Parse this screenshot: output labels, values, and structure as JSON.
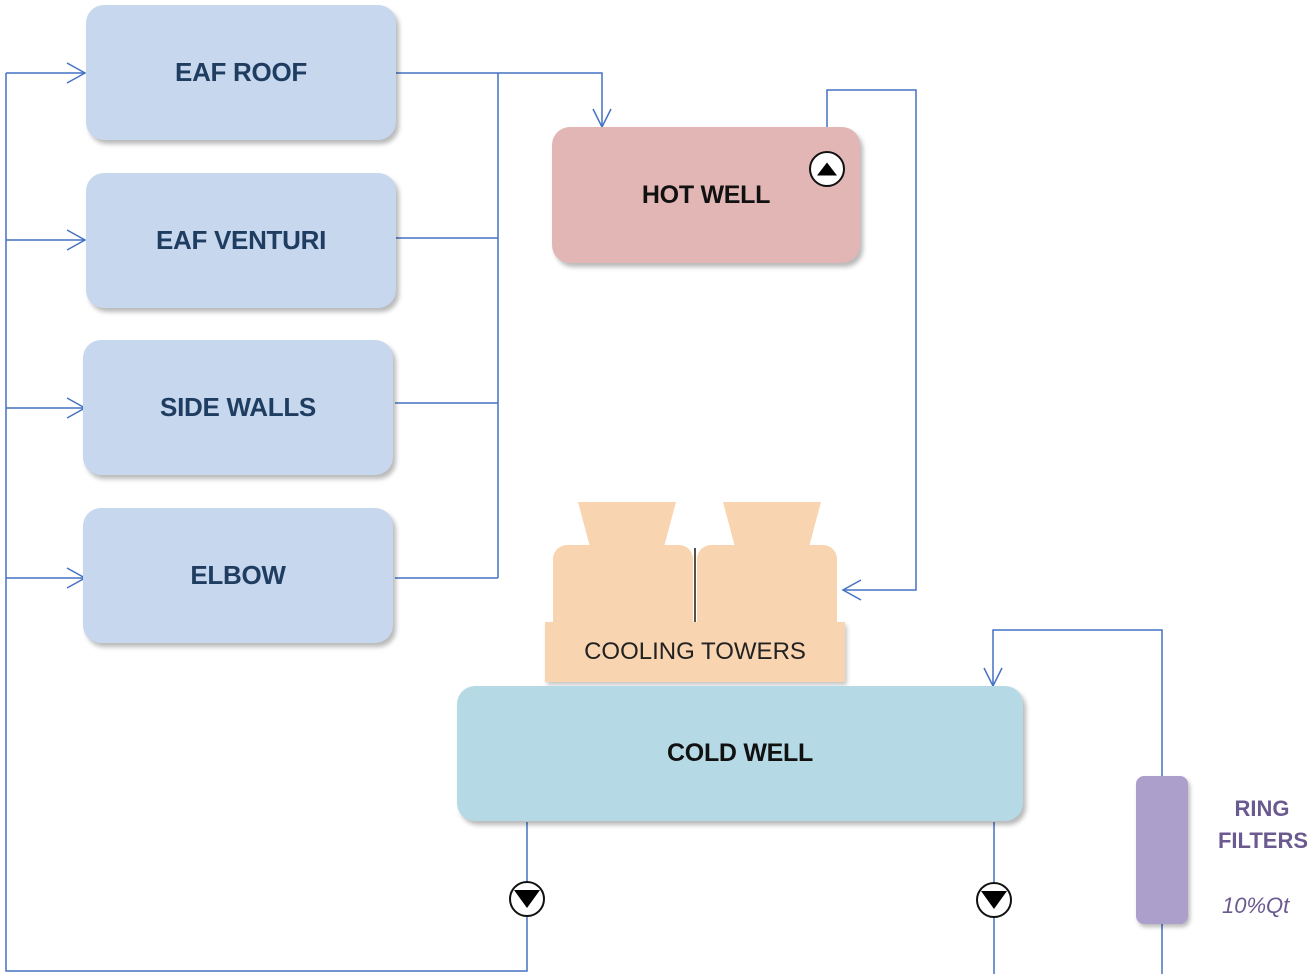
{
  "diagram": {
    "units": [
      {
        "label": "EAF ROOF"
      },
      {
        "label": "EAF VENTURI"
      },
      {
        "label": "SIDE WALLS"
      },
      {
        "label": "ELBOW"
      }
    ],
    "hot_well": {
      "label": "HOT WELL"
    },
    "cooling_towers": {
      "label": "COOLING TOWERS"
    },
    "cold_well": {
      "label": "COLD WELL"
    },
    "ring_filters": {
      "label_line1": "RING",
      "label_line2": "FILTERS",
      "flow_note": "10%Qt"
    },
    "colors": {
      "pipe": "#4472c4",
      "unit_fill": "#c6d7ee",
      "unit_text": "#1f3d61",
      "hot_well": "#e3b6b6",
      "cold_well": "#b5dae6",
      "cooling_tower": "#f9d4b0",
      "ring_filter": "#ad9fcb",
      "ring_filter_text": "#6b5a8f"
    },
    "icons": [
      "pump-up-icon",
      "pump-down-icon",
      "flow-arrow-icon"
    ]
  }
}
